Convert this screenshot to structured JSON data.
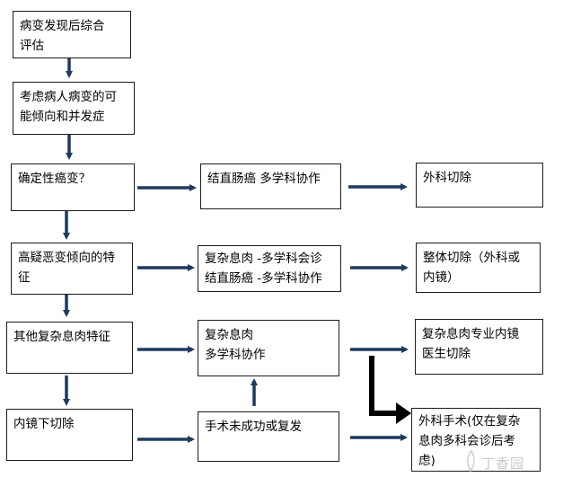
{
  "nodes": {
    "n1": "病变发现后综合\n评估",
    "n2": "考虑病人病变的可\n能倾向和并发症",
    "n3": "确定性癌变？",
    "n4": "结直肠癌 多学科协作",
    "n5": "外科切除",
    "n6": "高疑恶变倾向的特\n征",
    "n7": "复杂息肉  -多学科会诊\n结直肠癌  -多学科协作",
    "n8": "整体切除（外科或\n内镜）",
    "n9": "其他复杂息肉特征",
    "n10": "复杂息肉\n多学科协作",
    "n11": "复杂息肉专业内镜\n医生切除",
    "n12": "内镜下切除",
    "n13": "手术未成功或复发",
    "n14": "外科手术(仅在复杂\n息肉多科会诊后考\n虑)"
  },
  "watermark": "丁香园",
  "colors": {
    "arrow": "#1f3a60",
    "border": "#1c1c1c",
    "highlight_arrow": "#000000"
  }
}
